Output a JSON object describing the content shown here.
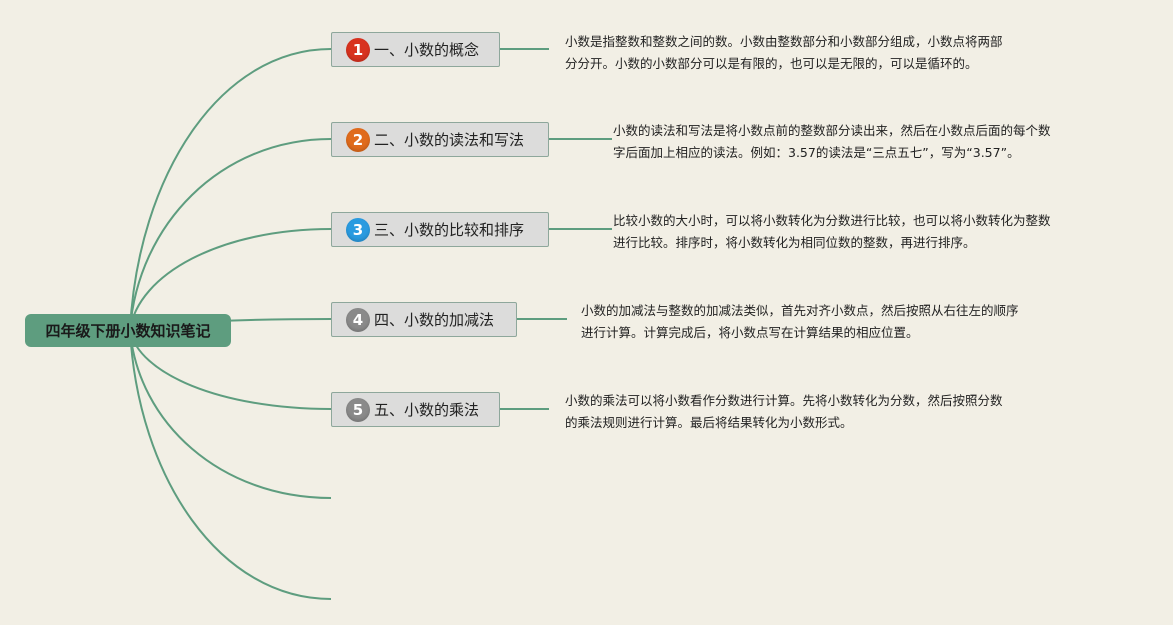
{
  "root": {
    "label": "四年级下册小数知识笔记"
  },
  "colors": {
    "background": "#f2efe5",
    "root_fill": "#5e9d7f",
    "topic_fill": "#dcdcdb",
    "connector": "#5e9d7f"
  },
  "topics": [
    {
      "marker": "1",
      "marker_color": "#d8321f",
      "label": "一、小数的概念",
      "note_lines": [
        "小数是指整数和整数之间的数。小数由整数部分和小数部分组成，小数点将两部",
        "分分开。小数的小数部分可以是有限的，也可以是无限的，可以是循环的。"
      ]
    },
    {
      "marker": "2",
      "marker_color": "#e06b1c",
      "label": "二、小数的读法和写法",
      "note_lines": [
        "小数的读法和写法是将小数点前的整数部分读出来，然后在小数点后面的每个数",
        "字后面加上相应的读法。例如：3.57的读法是“三点五七”，写为“3.57”。"
      ]
    },
    {
      "marker": "3",
      "marker_color": "#2a9be0",
      "label": "三、小数的比较和排序",
      "note_lines": [
        "比较小数的大小时，可以将小数转化为分数进行比较，也可以将小数转化为整数",
        "进行比较。排序时，将小数转化为相同位数的整数，再进行排序。"
      ]
    },
    {
      "marker": "4",
      "marker_color": "#8a8a8a",
      "label": "四、小数的加减法",
      "note_lines": [
        "小数的加减法与整数的加减法类似，首先对齐小数点，然后按照从右往左的顺序",
        "进行计算。计算完成后，将小数点写在计算结果的相应位置。"
      ]
    },
    {
      "marker": "5",
      "marker_color": "#8a8a8a",
      "label": "五、小数的乘法",
      "note_lines": [
        "小数的乘法可以将小数看作分数进行计算。先将小数转化为分数，然后按照分数",
        "的乘法规则进行计算。最后将结果转化为小数形式。"
      ]
    }
  ]
}
